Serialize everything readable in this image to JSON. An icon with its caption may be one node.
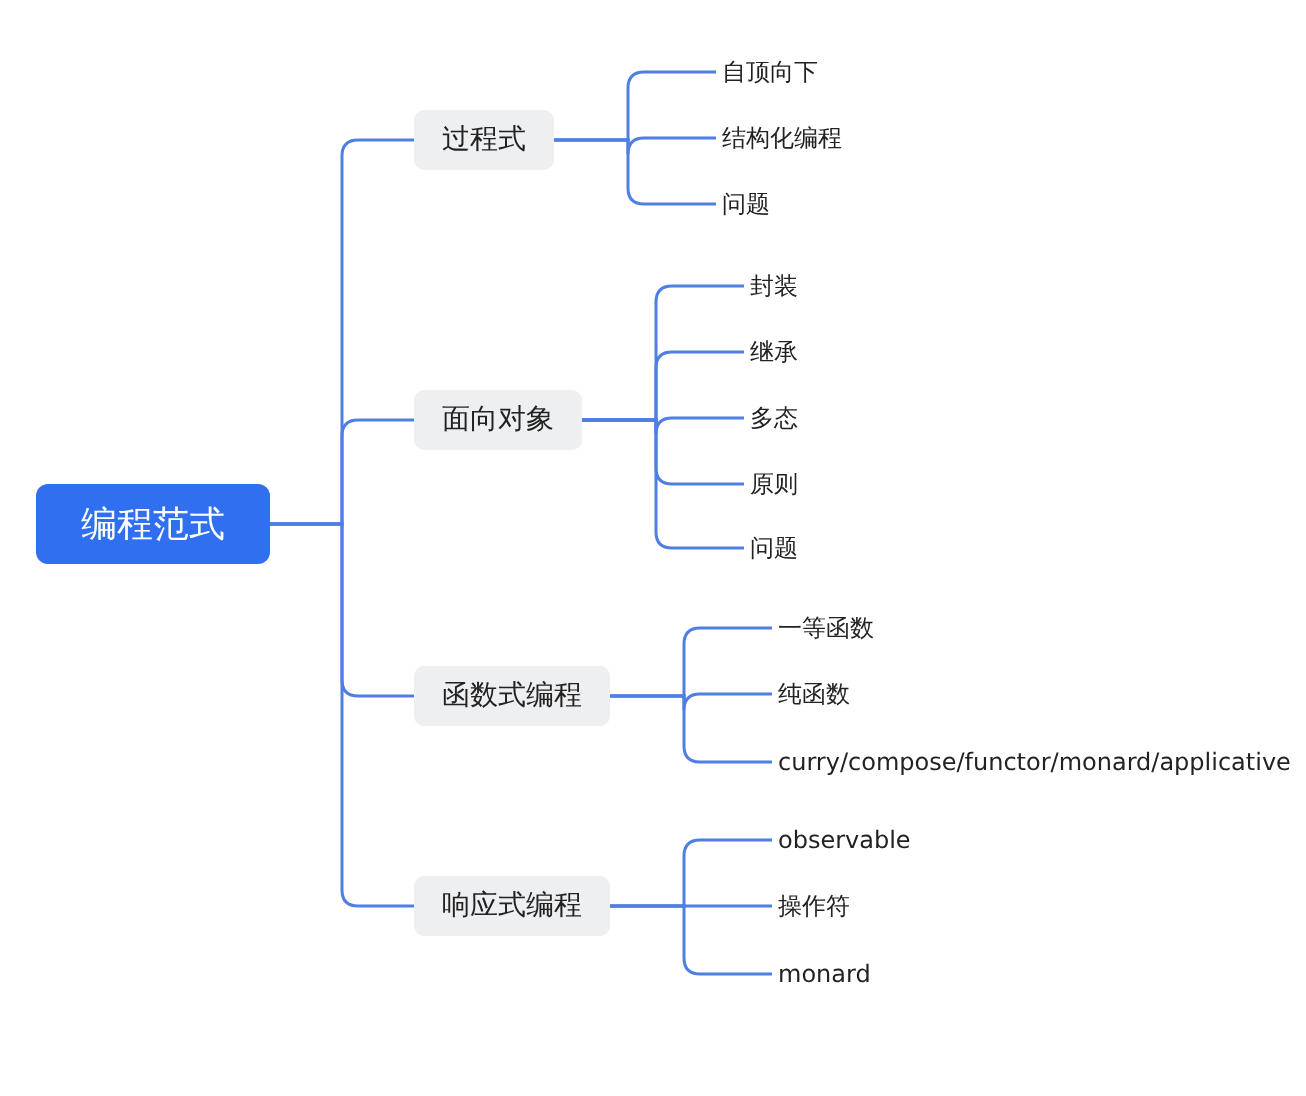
{
  "diagram": {
    "nodes": [
      {
        "text": [
          "编程范式"
        ]
      },
      {
        "text": [
          "过程式"
        ]
      },
      {
        "text": [
          "自顶向下"
        ]
      },
      {
        "text": [
          "结构化编程"
        ]
      },
      {
        "text": [
          "问题"
        ]
      },
      {
        "text": [
          "面向对象"
        ]
      },
      {
        "text": [
          "封装"
        ]
      },
      {
        "text": [
          "继承"
        ]
      },
      {
        "text": [
          "多态"
        ]
      },
      {
        "text": [
          "原则"
        ]
      },
      {
        "text": [
          "问题"
        ]
      },
      {
        "text": [
          "函数式编程"
        ]
      },
      {
        "text": [
          "一等函数"
        ]
      },
      {
        "text": [
          "纯函数"
        ]
      },
      {
        "text": [
          "curry/compose/functor/monard/applicative"
        ]
      },
      {
        "text": [
          "响应式编程"
        ]
      },
      {
        "text": [
          "observable"
        ]
      },
      {
        "text": [
          "操作符"
        ]
      },
      {
        "text": [
          "monard"
        ]
      }
    ],
    "edges": [
      {
        "from": 0,
        "to": 1,
        "arrow": "none"
      },
      {
        "from": 0,
        "to": 5,
        "arrow": "none"
      },
      {
        "from": 0,
        "to": 11,
        "arrow": "none"
      },
      {
        "from": 0,
        "to": 15,
        "arrow": "none"
      },
      {
        "from": 1,
        "to": 2,
        "arrow": "none"
      },
      {
        "from": 1,
        "to": 3,
        "arrow": "none"
      },
      {
        "from": 1,
        "to": 4,
        "arrow": "none"
      },
      {
        "from": 5,
        "to": 6,
        "arrow": "none"
      },
      {
        "from": 5,
        "to": 7,
        "arrow": "none"
      },
      {
        "from": 5,
        "to": 8,
        "arrow": "none"
      },
      {
        "from": 5,
        "to": 9,
        "arrow": "none"
      },
      {
        "from": 5,
        "to": 10,
        "arrow": "none"
      },
      {
        "from": 11,
        "to": 12,
        "arrow": "none"
      },
      {
        "from": 11,
        "to": 13,
        "arrow": "none"
      },
      {
        "from": 11,
        "to": 14,
        "arrow": "none"
      },
      {
        "from": 15,
        "to": 16,
        "arrow": "none"
      },
      {
        "from": 15,
        "to": 17,
        "arrow": "none"
      },
      {
        "from": 15,
        "to": 18,
        "arrow": "none"
      }
    ]
  }
}
